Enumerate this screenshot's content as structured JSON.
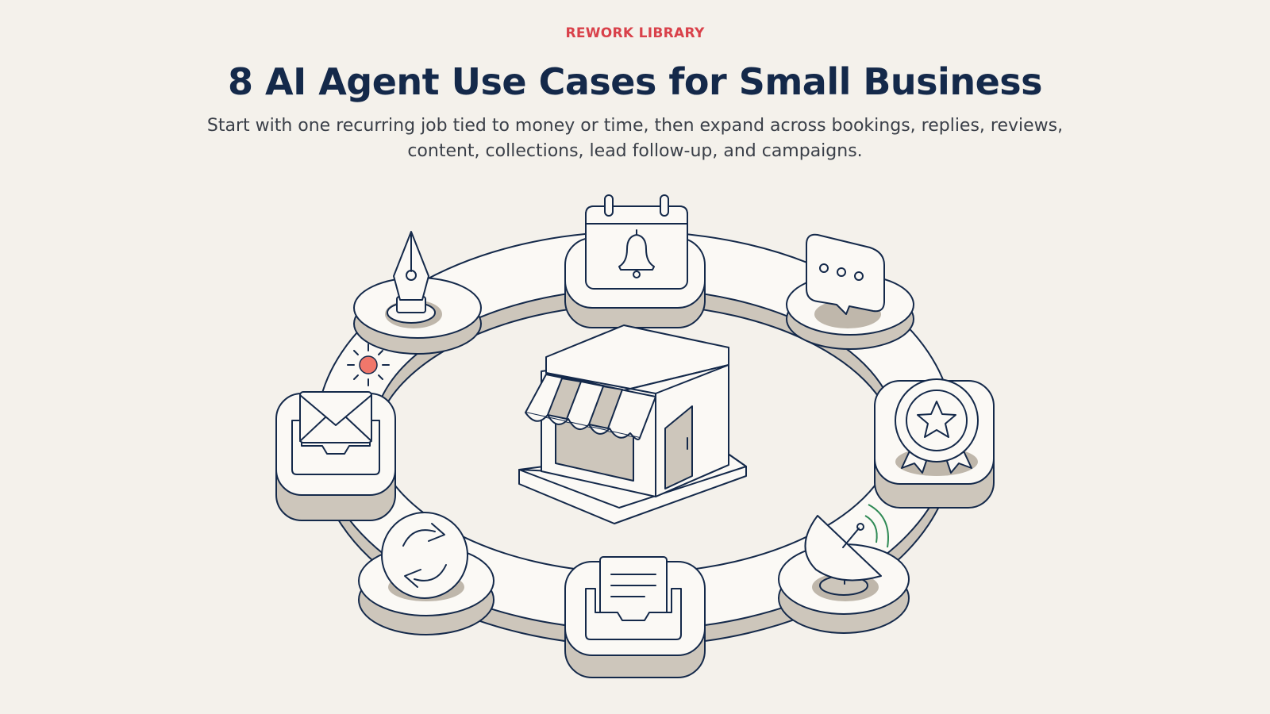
{
  "header": {
    "eyebrow": "REWORK LIBRARY",
    "title": "8 AI Agent Use Cases for Small Business",
    "subtitle": "Start with one recurring job tied to money or time, then expand across bookings, replies, reviews, content, collections, lead follow-up, and campaigns."
  },
  "illustration": {
    "center": "storefront-icon",
    "nodes": [
      "calendar-bell-icon",
      "chat-bubble-icon",
      "award-badge-icon",
      "satellite-dish-icon",
      "document-tray-icon",
      "refresh-cycle-icon",
      "email-inbox-icon",
      "pen-nib-icon"
    ],
    "colors": {
      "background": "#f4f1eb",
      "outline": "#14294a",
      "platform_shadow": "#cdc6bb",
      "accent": "#d9414a",
      "sun": "#f0776b"
    }
  }
}
